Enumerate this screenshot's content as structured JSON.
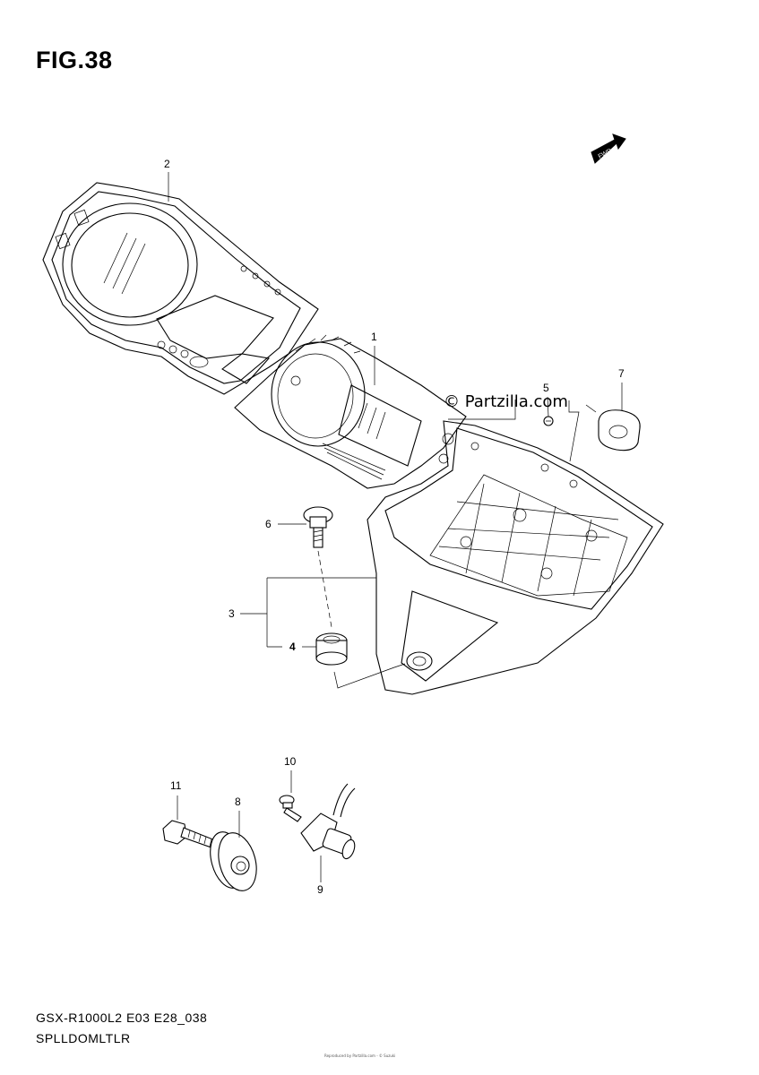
{
  "figure": {
    "title": "FIG.38",
    "watermark": "© Partzilla.com",
    "fwd_label": "FWD"
  },
  "callouts": [
    {
      "id": "c1",
      "text": "1"
    },
    {
      "id": "c2",
      "text": "2"
    },
    {
      "id": "c3",
      "text": "3"
    },
    {
      "id": "c4",
      "text": "4"
    },
    {
      "id": "c5",
      "text": "5"
    },
    {
      "id": "c6",
      "text": "6"
    },
    {
      "id": "c7",
      "text": "7"
    },
    {
      "id": "c8",
      "text": "8"
    },
    {
      "id": "c9",
      "text": "9"
    },
    {
      "id": "c10",
      "text": "10"
    },
    {
      "id": "c11",
      "text": "11"
    }
  ],
  "footer": {
    "model_code": "GSX-R1000L2 E03 E28_038",
    "section_name": "SPLLDOMLTLR",
    "copyright_tiny": "Reproduced by Partzilla.com - © Suzuki"
  }
}
